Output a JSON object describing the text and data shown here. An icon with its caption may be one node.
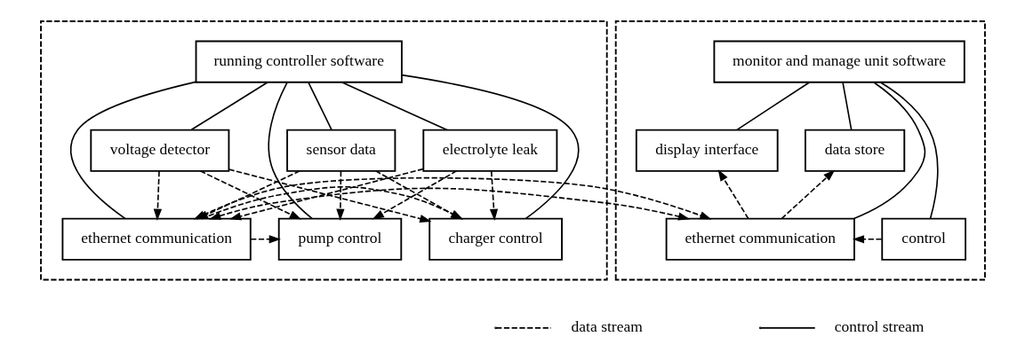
{
  "diagram": {
    "nodes": [
      {
        "text": [],
        "shape": "box"
      },
      {
        "text": [
          "running controller software"
        ],
        "in": 0
      },
      {
        "text": [
          "voltage detector"
        ],
        "in": 0
      },
      {
        "text": [
          "sensor data"
        ],
        "in": 0
      },
      {
        "text": [
          "electrolyte leak"
        ],
        "in": 0
      },
      {
        "text": [
          "charger control"
        ],
        "in": 0
      },
      {
        "text": [
          "pump control"
        ],
        "in": 0
      },
      {
        "text": [
          "ethernet communication"
        ],
        "in": 0
      },
      {
        "text": [],
        "shape": "box"
      },
      {
        "text": [
          "monitor and manage unit software"
        ],
        "in": 8
      },
      {
        "text": [
          "display interface"
        ],
        "in": 8
      },
      {
        "text": [
          "data store"
        ],
        "in": 8
      },
      {
        "text": [
          "ethernet communication"
        ],
        "in": 8
      },
      {
        "text": [
          "control"
        ],
        "in": 8
      }
    ],
    "edges": [
      {
        "from": 1,
        "to": 2,
        "arrow": "none"
      },
      {
        "from": 1,
        "to": 3,
        "arrow": "none"
      },
      {
        "from": 1,
        "to": 4,
        "arrow": "none"
      },
      {
        "from": 1,
        "to": 5,
        "arrow": "none"
      },
      {
        "from": 1,
        "to": 6,
        "arrow": "none"
      },
      {
        "from": 1,
        "to": 7,
        "arrow": "none"
      },
      {
        "from": 2,
        "to": 5,
        "arrow": "to",
        "style": "dashed"
      },
      {
        "from": 2,
        "to": 6,
        "arrow": "to",
        "style": "dashed"
      },
      {
        "from": 2,
        "to": 7,
        "arrow": "to",
        "style": "dashed"
      },
      {
        "from": 3,
        "to": 5,
        "arrow": "to",
        "style": "dashed"
      },
      {
        "from": 3,
        "to": 6,
        "arrow": "to",
        "style": "dashed"
      },
      {
        "from": 3,
        "to": 7,
        "arrow": "to",
        "style": "dashed"
      },
      {
        "from": 4,
        "to": 5,
        "arrow": "to",
        "style": "dashed"
      },
      {
        "from": 4,
        "to": 6,
        "arrow": "to",
        "style": "dashed"
      },
      {
        "from": 4,
        "to": 7,
        "arrow": "to",
        "style": "dashed"
      },
      {
        "from": 7,
        "to": 5,
        "arrow": "to",
        "style": "dashed"
      },
      {
        "from": 7,
        "to": 6,
        "arrow": "to",
        "style": "dashed"
      },
      {
        "from": 7,
        "to": 12,
        "arrow": "both",
        "style": "dashed"
      },
      {
        "from": 9,
        "to": 10,
        "arrow": "none"
      },
      {
        "from": 9,
        "to": 11,
        "arrow": "none"
      },
      {
        "from": 9,
        "to": 12,
        "arrow": "none"
      },
      {
        "from": 9,
        "to": 13,
        "arrow": "none"
      },
      {
        "from": 12,
        "to": 10,
        "arrow": "to",
        "style": "dashed"
      },
      {
        "from": 12,
        "to": 11,
        "arrow": "to",
        "style": "dashed"
      },
      {
        "from": 13,
        "to": 12,
        "arrow": "to",
        "style": "dashed"
      }
    ],
    "legend": [
      {
        "text": "data stream"
      },
      {
        "text": "control stream"
      }
    ]
  }
}
